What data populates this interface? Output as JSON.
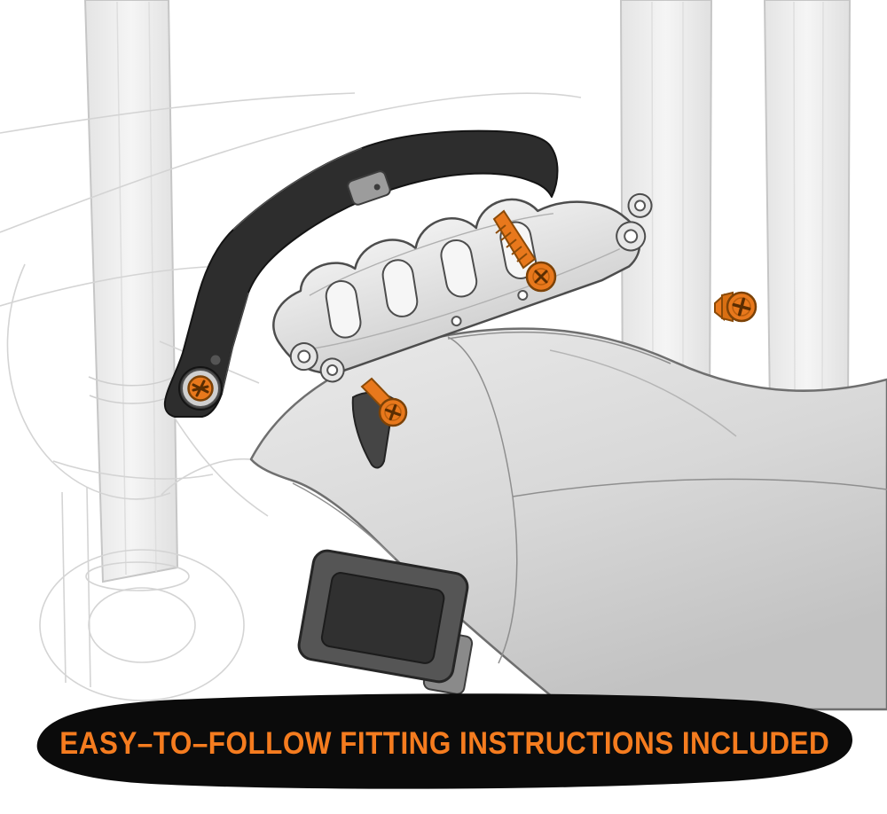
{
  "banner": {
    "text": "EASY–TO–FOLLOW FITTING INSTRUCTIONS INCLUDED",
    "text_color": "#f57c1f",
    "background_color": "#0b0b0b"
  },
  "illustration": {
    "type": "technical-cad-drawing",
    "subject": "mudguard-mounting-bracket-kit",
    "accent_color": "#e8781c",
    "fastener_count": 4,
    "parts": [
      {
        "name": "fork-tubes"
      },
      {
        "name": "ghost-outline"
      },
      {
        "name": "mudguard"
      },
      {
        "name": "rubber-mount"
      },
      {
        "name": "bracket-plate"
      },
      {
        "name": "orange-fasteners"
      }
    ]
  }
}
